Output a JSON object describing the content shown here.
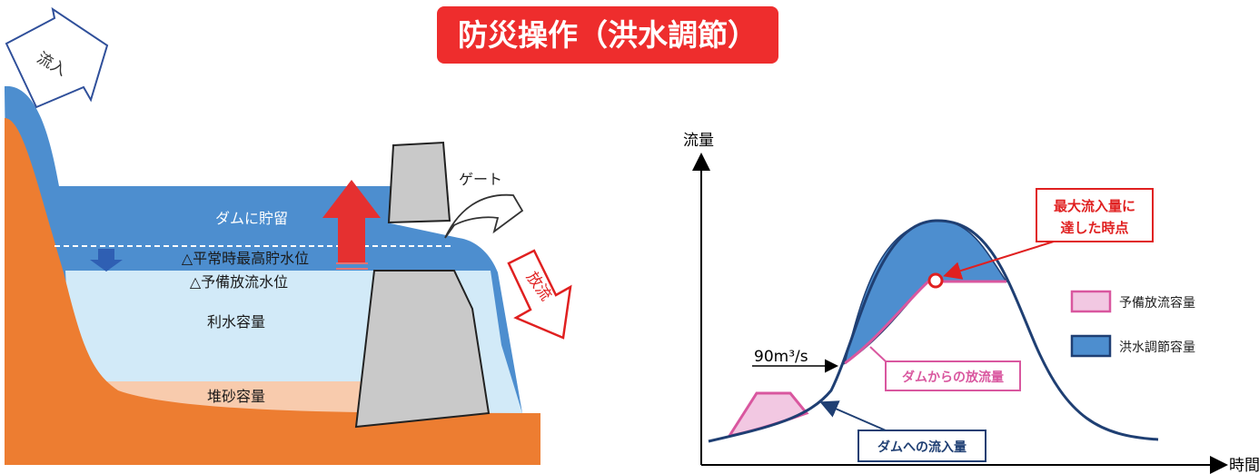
{
  "title": "防災操作（洪水調節）",
  "dam": {
    "inflow_label": "流入",
    "outflow_label": "放流",
    "gate_label": "ゲート",
    "storage_label": "ダムに貯留",
    "normal_level_label": "△平常時最高貯水位",
    "reserve_level_label": "△予備放流水位",
    "water_use_label": "利水容量",
    "sediment_label": "堆砂容量"
  },
  "hydrograph": {
    "y_axis_label": "流量",
    "x_axis_label": "時間",
    "threshold_label": "90m³/s",
    "peak_callout_line1": "最大流入量に",
    "peak_callout_line2": "達した時点",
    "outflow_callout": "ダムからの放流量",
    "inflow_callout": "ダムへの流入量",
    "legend": [
      {
        "label": "予備放流容量",
        "fill": "#f2c8e2",
        "stroke": "#d9579f"
      },
      {
        "label": "洪水調節容量",
        "fill": "#4d8ecf",
        "stroke": "#1f3f73"
      }
    ]
  },
  "colors": {
    "water_dark": "#4d8ecf",
    "water_light": "#d2eaf8",
    "earth": "#ed7d31",
    "sediment": "#f8cbad",
    "dam_concrete": "#c9c9c9",
    "accent_red": "#ee2d2d",
    "curve_navy": "#1f3f73",
    "outflow_pink": "#d9579f"
  }
}
